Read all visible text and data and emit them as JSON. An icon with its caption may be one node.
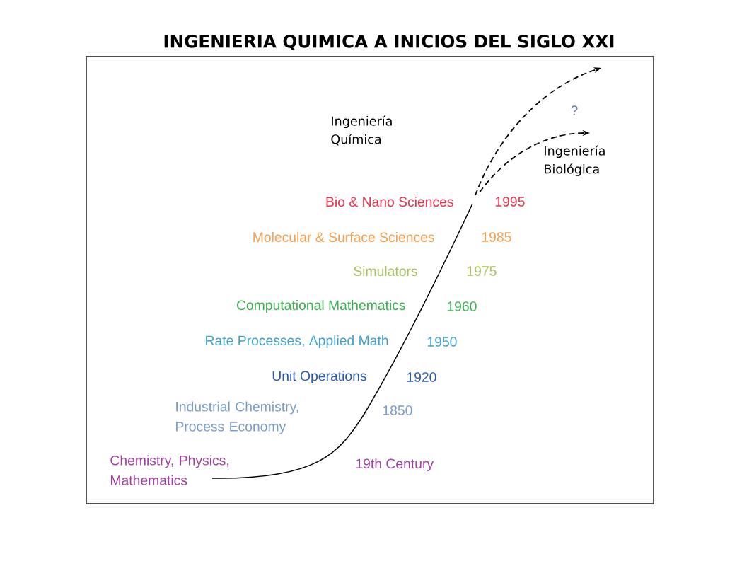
{
  "diagram": {
    "title": "INGENIERIA QUIMICA A INICIOS DEL SIGLO XXI",
    "labels": [
      "Ingeniería Química",
      "?",
      "Ingeniería Biológica",
      "Bio & Nano Sciences",
      "1995",
      "Molecular & Surface Sciences",
      "1985",
      "Simulators",
      "1975",
      "Computational Mathematics",
      "1960",
      "Rate Processes, Applied Math",
      "1950",
      "Unit Operations",
      "1920",
      "Industrial Chemistry, Process Economy",
      "1850",
      "Chemistry, Physics, Mathematics",
      "19th Century"
    ]
  }
}
